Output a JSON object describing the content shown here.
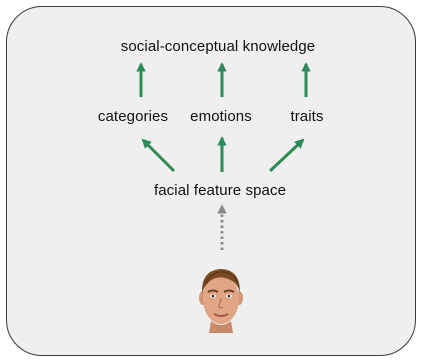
{
  "diagram": {
    "top_label": "social-conceptual knowledge",
    "middle_labels": {
      "categories": "categories",
      "emotions": "emotions",
      "traits": "traits"
    },
    "bottom_label": "facial feature space",
    "colors": {
      "arrow_green": "#2e8b57",
      "dotted_arrow_gray": "#8c8c8c",
      "panel_background": "#efefef",
      "panel_border": "#3a3a3a"
    },
    "icons": [
      "face-photo"
    ]
  }
}
